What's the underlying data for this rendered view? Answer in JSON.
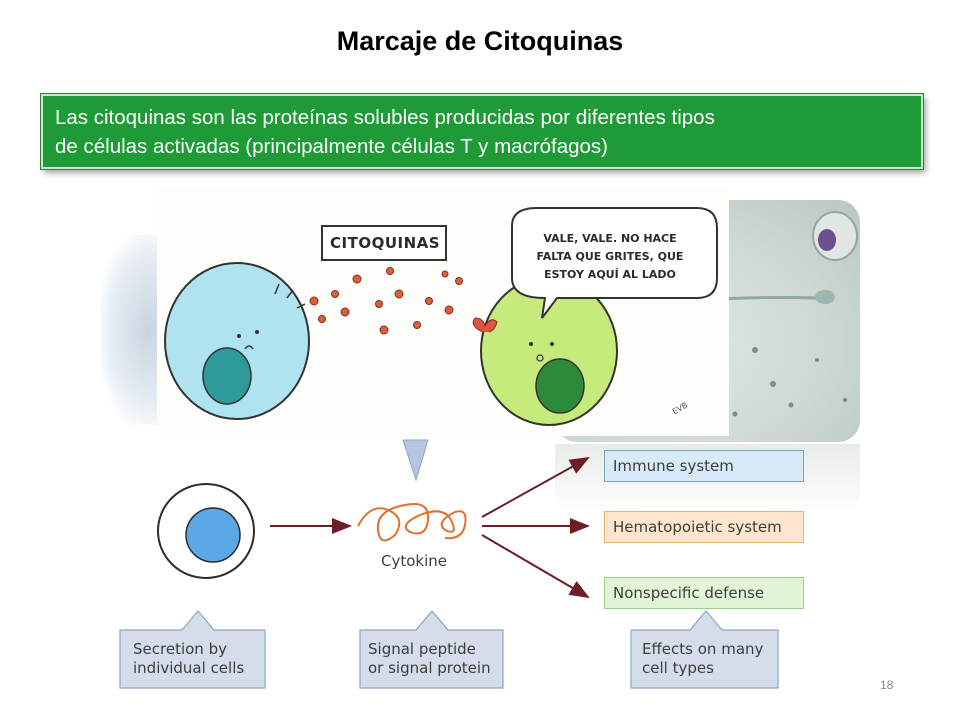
{
  "slide": {
    "title": "Marcaje de Citoquinas",
    "banner_line1": "Las citoquinas son las proteínas solubles producidas por diferentes tipos",
    "banner_line2": "de células activadas (principalmente células T y macrófagos)",
    "page_number": "18"
  },
  "cartoon": {
    "label": "CITOQUINAS",
    "speech_line1": "VALE, VALE. NO HACE",
    "speech_line2": "FALTA QUE GRITES, QUE",
    "speech_line3": "ESTOY AQUÍ AL LADO",
    "signature": "EVB"
  },
  "diagram": {
    "cytokine_label": "Cytokine",
    "effects": [
      {
        "label": "Immune system",
        "color": "#d6ebf7"
      },
      {
        "label": "Hematopoietic system",
        "color": "#fde6cc"
      },
      {
        "label": "Nonspecific defense",
        "color": "#e2f5d7"
      }
    ],
    "callouts": [
      {
        "line1": "Secretion by",
        "line2": "individual cells"
      },
      {
        "line1": "Signal peptide",
        "line2": "or signal protein"
      },
      {
        "line1": "Effects on many",
        "line2": "cell types"
      }
    ],
    "colors": {
      "arrow": "#6b1f24",
      "callout_fill": "#d4dde9",
      "callout_border": "#8aa6c6",
      "cell_fill": "#5aa9e6",
      "cytokine": "#e0702e"
    }
  }
}
